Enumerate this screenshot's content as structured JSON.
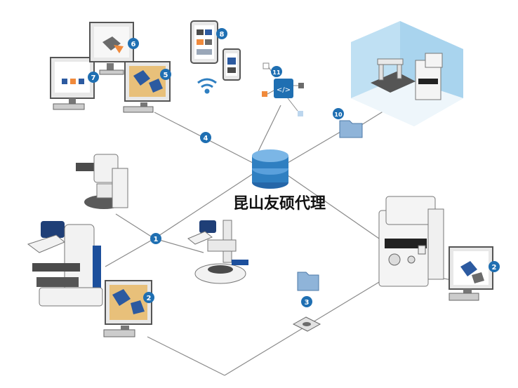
{
  "overlay_text": "昆山友硕代理",
  "badges": {
    "b1": "1",
    "b2a": "2",
    "b2b": "2",
    "b3": "3",
    "b4": "4",
    "b5": "5",
    "b6": "6",
    "b7": "7",
    "b8": "8",
    "b10": "10",
    "b11": "11"
  },
  "code_symbol": "</>",
  "colors": {
    "badge": "#1f6fb2",
    "line": "#8a8a8a",
    "database": "#2f7fc1",
    "folder": "#8fb4d9",
    "room": "#cde6f5",
    "micro_body": "#f2f2f2",
    "micro_accent": "#1c4f9c",
    "stage": "#4b4b4b",
    "sample_orange": "#f08a3c",
    "sample_tile": "#2c5aa0"
  }
}
